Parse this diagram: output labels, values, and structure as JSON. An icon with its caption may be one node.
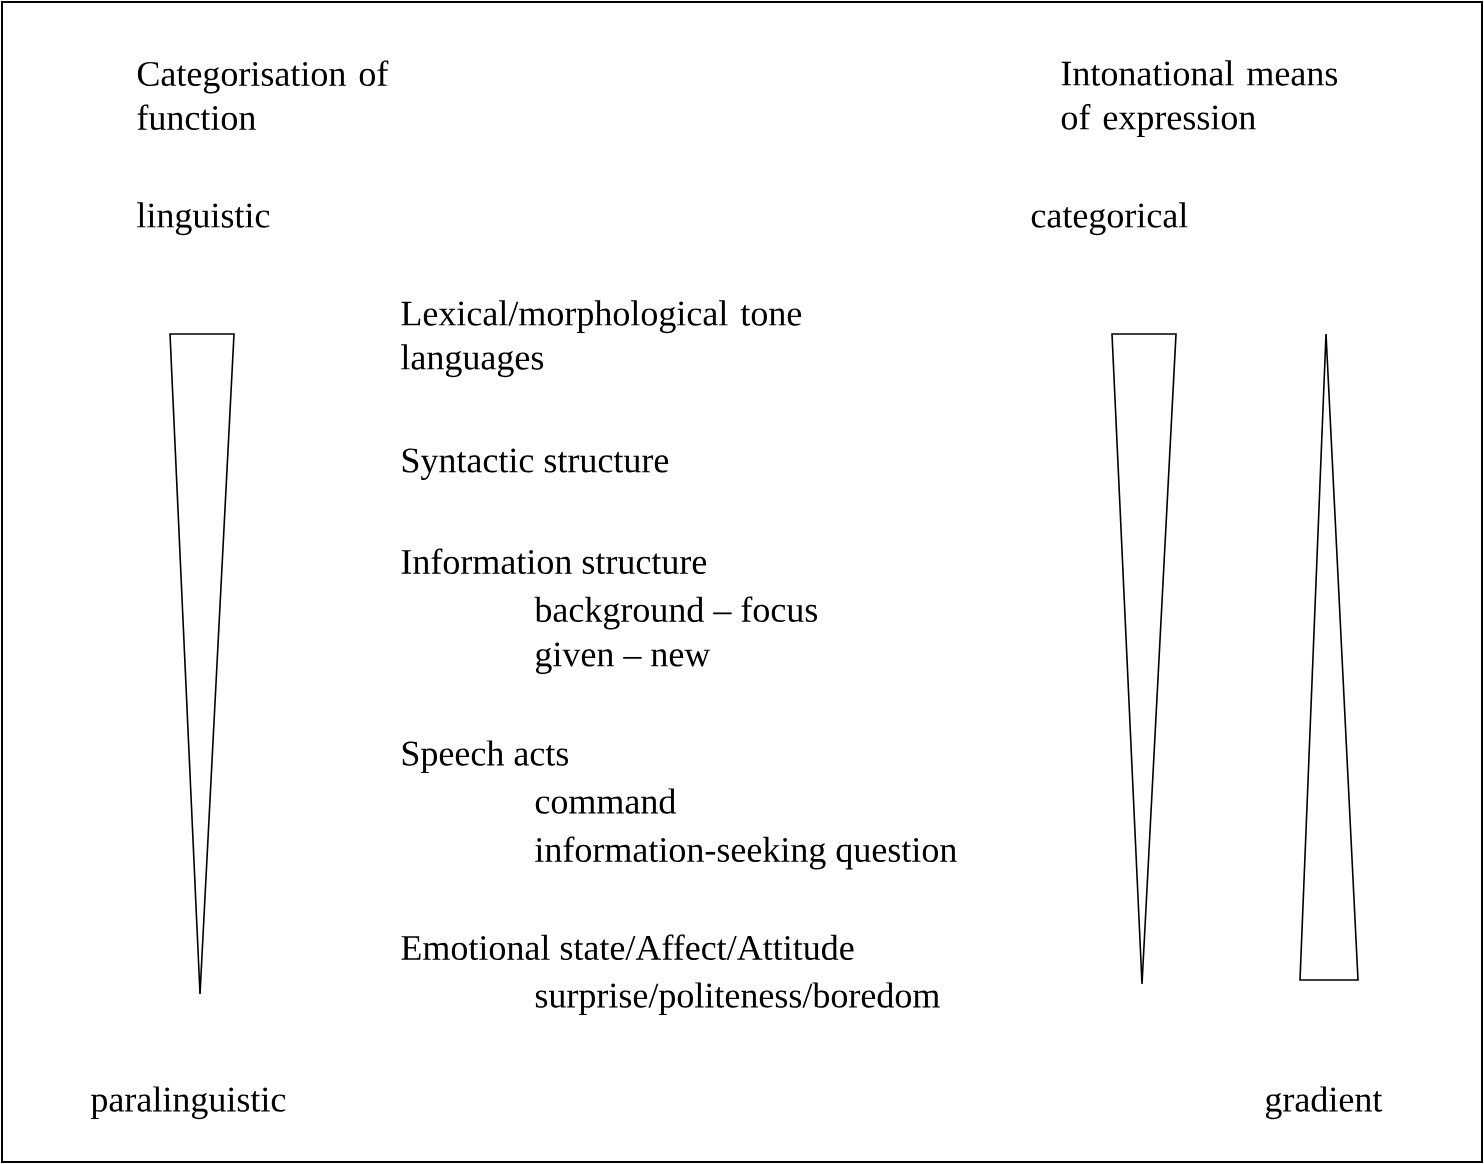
{
  "diagram": {
    "labels": [
      "Categorisation of function",
      "Intonational means of expression",
      "linguistic",
      "categorical",
      "Lexical/morphological tone languages",
      "Syntactic structure",
      "Information structure",
      "background – focus",
      "given – new",
      "Speech acts",
      "command",
      "information-seeking question",
      "Emotional state/Affect/Attitude",
      "surprise/politeness/boredom",
      "paralinguistic",
      "gradient"
    ]
  }
}
